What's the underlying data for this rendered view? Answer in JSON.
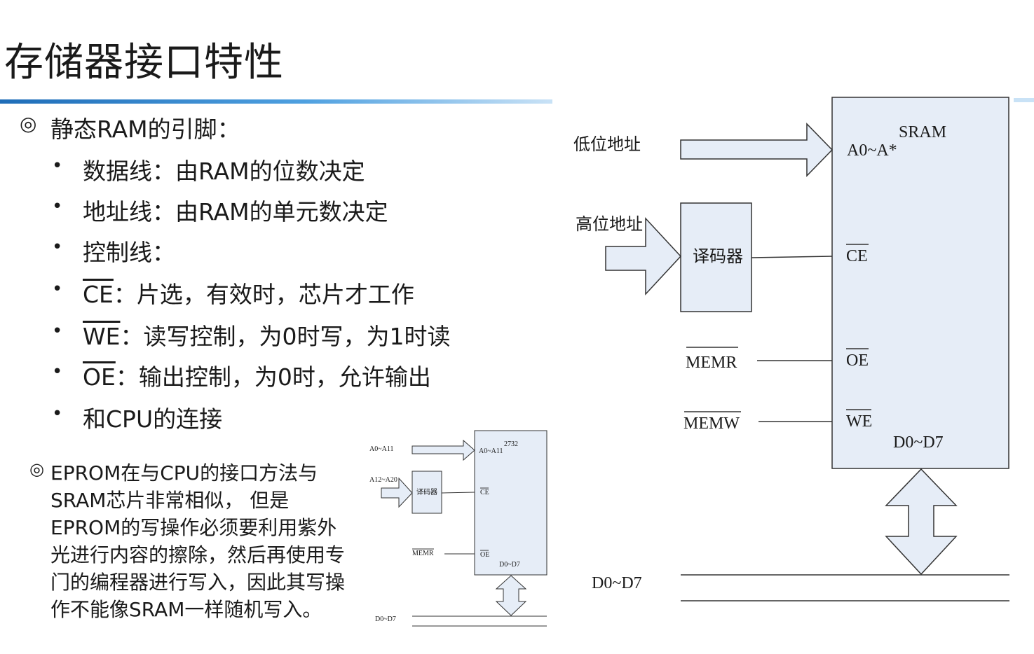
{
  "slide": {
    "title": "存储器接口特性",
    "intro": {
      "marker": "◎",
      "text": "静态RAM的引脚："
    },
    "bullets": [
      {
        "marker": "•",
        "text": "数据线：由RAM的位数决定"
      },
      {
        "marker": "•",
        "text": "地址线：由RAM的单元数决定"
      },
      {
        "marker": "•",
        "text": "控制线："
      },
      {
        "marker": "•",
        "signal": "CE",
        "text": "：片选，有效时，芯片才工作"
      },
      {
        "marker": "•",
        "signal": "WE",
        "text": "：读写控制，为0时写，为1时读"
      },
      {
        "marker": "•",
        "signal": "OE",
        "text": "：输出控制，为0时，允许输出"
      },
      {
        "marker": "•",
        "text": "和CPU的连接"
      }
    ],
    "eprom_note": {
      "marker": "◎",
      "lines": [
        "EPROM在与CPU的接口方法与",
        "SRAM芯片非常相似， 但是",
        "EPROM的写操作必须要利用紫外",
        "光进行内容的擦除，然后再使用专",
        "门的编程器进行写入，因此其写操",
        "作不能像SRAM一样随机写入。"
      ]
    }
  },
  "sram_diagram": {
    "chip_name": "SRAM",
    "addr_pin": "A0~A*",
    "ce_pin": "CE",
    "oe_pin": "OE",
    "we_pin": "WE",
    "data_pin": "D0~D7",
    "low_addr": "低位地址",
    "high_addr": "高位地址",
    "decoder": "译码器",
    "memr": "MEMR",
    "memw": "MEMW",
    "bus": "D0~D7"
  },
  "eprom_diagram": {
    "chip_name": "2732",
    "addr_pin": "A0~A11",
    "ce_pin": "CE",
    "oe_pin": "OE",
    "data_pin": "D0~D7",
    "low_addr": "A0~A11",
    "high_addr": "A12~A20",
    "decoder": "译码器",
    "memr": "MEMR",
    "bus": "D0~D7"
  },
  "colors": {
    "accent": "#1f6db8",
    "box_fill": "#e6edf7",
    "stroke": "#333333"
  }
}
